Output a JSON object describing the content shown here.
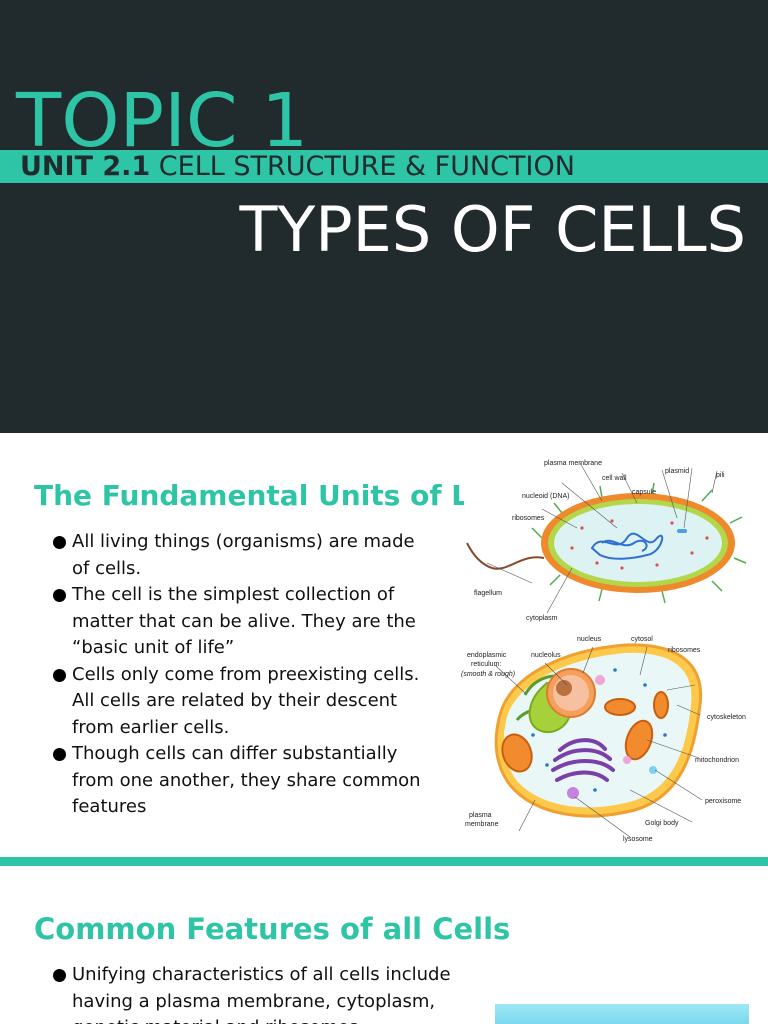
{
  "slide1": {
    "topic": "TOPIC 1",
    "unit_bold": "UNIT 2.1",
    "unit_rest": " CELL STRUCTURE & FUNCTION",
    "title": "TYPES OF CELLS"
  },
  "slide2": {
    "title": "The Fundamental Units of Life",
    "bullets": [
      "All living things (organisms) are made of cells.",
      "The cell is the simplest collection of matter that can be alive. They are the “basic unit of life”",
      "Cells only come from preexisting cells. All cells are related by their descent from earlier cells.",
      "Though cells can differ substantially from one another, they share common features"
    ],
    "prokaryote_labels": {
      "plasma_membrane": "plasma membrane",
      "cell_wall": "cell wall",
      "plasmid": "plasmid",
      "pili": "pili",
      "nucleoid": "nucleoid (DNA)",
      "capsule": "capsule",
      "ribosomes": "ribosomes",
      "flagellum": "flagellum",
      "cytoplasm": "cytoplasm"
    },
    "animal_labels": {
      "nucleus": "nucleus",
      "cytosol": "cytosol",
      "nucleolus": "nucleolus",
      "ribosomes": "ribosomes",
      "er_line1": "endoplasmic",
      "er_line2": "reticulum:",
      "er_line3": "(smooth & rough)",
      "cytoskeleton": "cytoskeleton",
      "mitochondrion": "mitochondrion",
      "peroxisome": "peroxisome",
      "golgi": "Golgi body",
      "pm_line1": "plasma",
      "pm_line2": "membrane",
      "lysosome": "lysosome"
    }
  },
  "slide3": {
    "title": "Common Features of all Cells",
    "bullets": [
      "Unifying characteristics of all cells include having a plasma membrane, cytoplasm, genetic material and ribosomes"
    ]
  },
  "colors": {
    "accent": "#2ec4a6",
    "dark": "#212a2d"
  }
}
